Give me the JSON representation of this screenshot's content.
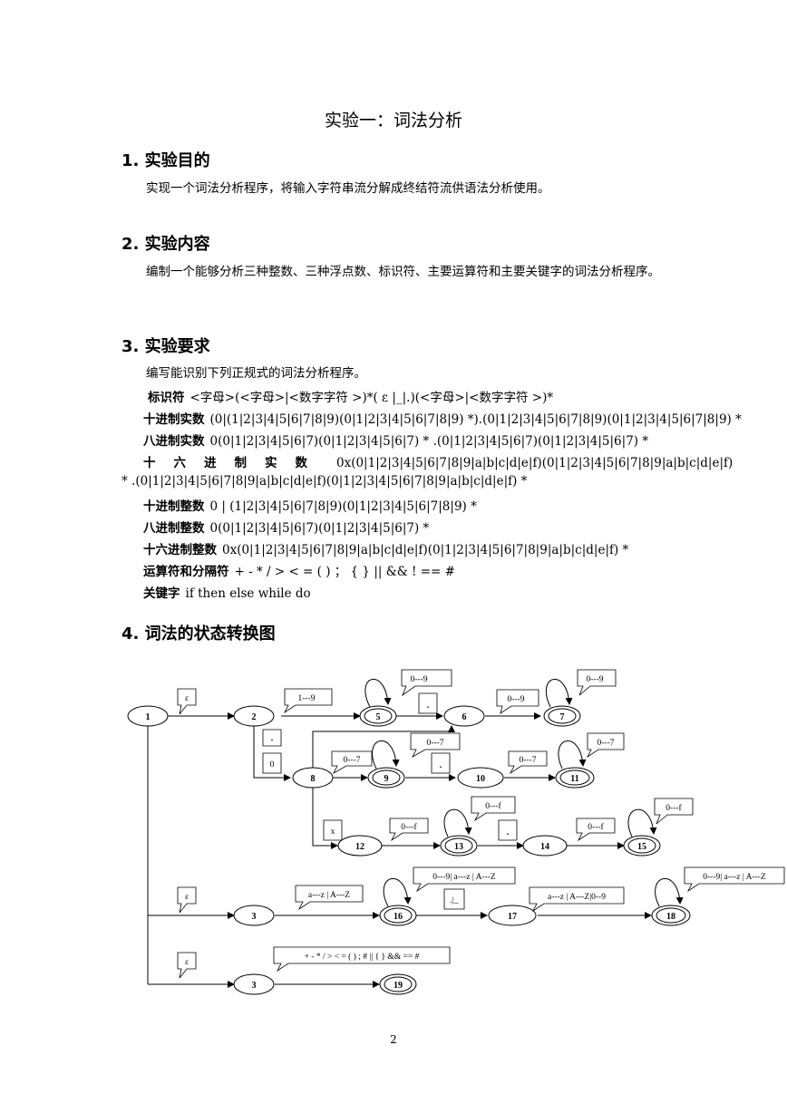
{
  "title": "实验一：词法分析",
  "sections": [
    {
      "heading": "1.  实验目的",
      "body": "实现一个词法分析程序，将输入字符串流分解成终结符流供语法分析使用。"
    },
    {
      "heading": "2.  实验内容",
      "body": "编制一个能够分析三种整数、三种浮点数、标识符、主要运算符和主要关键字的词法分析程序。"
    },
    {
      "heading": "3.  实验要求",
      "body": "编写能识别下列正规式的词法分析程序。"
    },
    {
      "heading": "4.  词法的状态转换图",
      "body": ""
    }
  ],
  "rules": [
    {
      "label": "标识符",
      "expr": "<字母>(<字母>|<数字字符 >)*( ε |_|.)(<字母>|<数字字符 >)*"
    },
    {
      "label": "十进制实数",
      "expr": "(0|(1|2|3|4|5|6|7|8|9)(0|1|2|3|4|5|6|7|8|9) *).(0|1|2|3|4|5|6|7|8|9)(0|1|2|3|4|5|6|7|8|9) *"
    },
    {
      "label": "八进制实数",
      "expr": "0(0|1|2|3|4|5|6|7)(0|1|2|3|4|5|6|7) * .(0|1|2|3|4|5|6|7)(0|1|2|3|4|5|6|7) *"
    },
    {
      "label": "十六进制实数",
      "expr": "0x(0|1|2|3|4|5|6|7|8|9|a|b|c|d|e|f)(0|1|2|3|4|5|6|7|8|9|a|b|c|d|e|f)",
      "cont": "* .(0|1|2|3|4|5|6|7|8|9|a|b|c|d|e|f)(0|1|2|3|4|5|6|7|8|9|a|b|c|d|e|f) *"
    },
    {
      "label": "十进制整数",
      "expr": "0 | (1|2|3|4|5|6|7|8|9)(0|1|2|3|4|5|6|7|8|9) *"
    },
    {
      "label": "八进制整数",
      "expr": "0(0|1|2|3|4|5|6|7)(0|1|2|3|4|5|6|7) *"
    },
    {
      "label": "十六进制整数",
      "expr": "0x(0|1|2|3|4|5|6|7|8|9|a|b|c|d|e|f)(0|1|2|3|4|5|6|7|8|9|a|b|c|d|e|f) *"
    },
    {
      "label": "运算符和分隔符",
      "expr": "+ - * / > < = ( ) ； { } || && ! == #"
    },
    {
      "label": "关键字",
      "expr": "if then else while do"
    }
  ],
  "diagram": {
    "states": [
      "1",
      "2",
      "3",
      "5",
      "6",
      "7",
      "8",
      "9",
      "10",
      "11",
      "12",
      "13",
      "14",
      "15",
      "16",
      "17",
      "18",
      "3",
      "19"
    ],
    "labels": [
      "ε",
      "1---9",
      "0---9",
      ".",
      "0---9",
      ".",
      "0",
      "0---7",
      "0---7",
      ".",
      "0---7",
      "0---7",
      "x",
      "0---f",
      "0---f",
      ".",
      "0---f",
      "0---f",
      "ε",
      "a---z | A---Z",
      "0---9| a---z | A---Z",
      ".|_",
      "a---z | A---Z|0--9",
      "0---9| a---z | A---Z",
      "ε",
      "+ - * / > < = ( ) ; # || { } && == #"
    ]
  },
  "page_number": "2"
}
